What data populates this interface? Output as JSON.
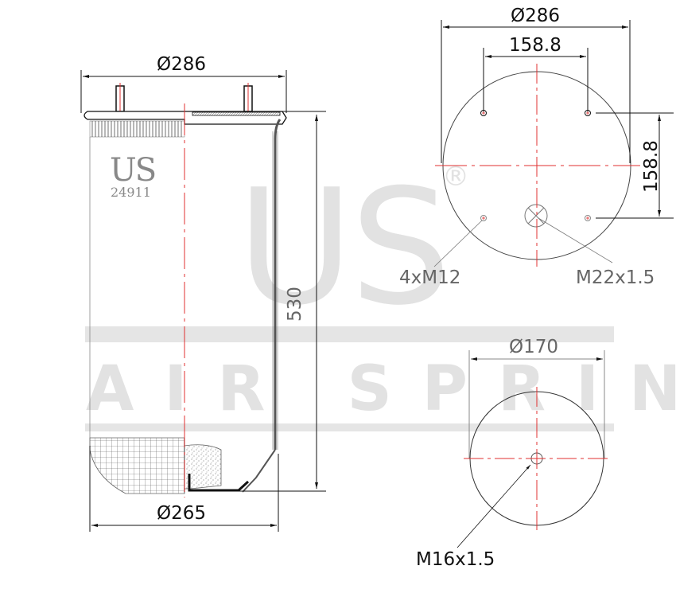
{
  "watermark": {
    "logo": "US",
    "registered": "®",
    "tagline": "AIR SPRING"
  },
  "side_view": {
    "brand": "US",
    "part_number": "24911",
    "top_diameter": "Ø286",
    "height": "530",
    "bottom_diameter": "Ø265"
  },
  "top_plate_view": {
    "diameter": "Ø286",
    "bolt_spacing_horizontal": "158.8",
    "bolt_spacing_vertical": "158.8",
    "bolt_callout": "4xM12",
    "air_inlet_callout": "M22x1.5"
  },
  "piston_view": {
    "diameter": "Ø170",
    "thread_callout": "M16x1.5"
  },
  "colors": {
    "centerline": "#e03030",
    "outline": "#111111",
    "watermark": "#e2e2e2"
  }
}
